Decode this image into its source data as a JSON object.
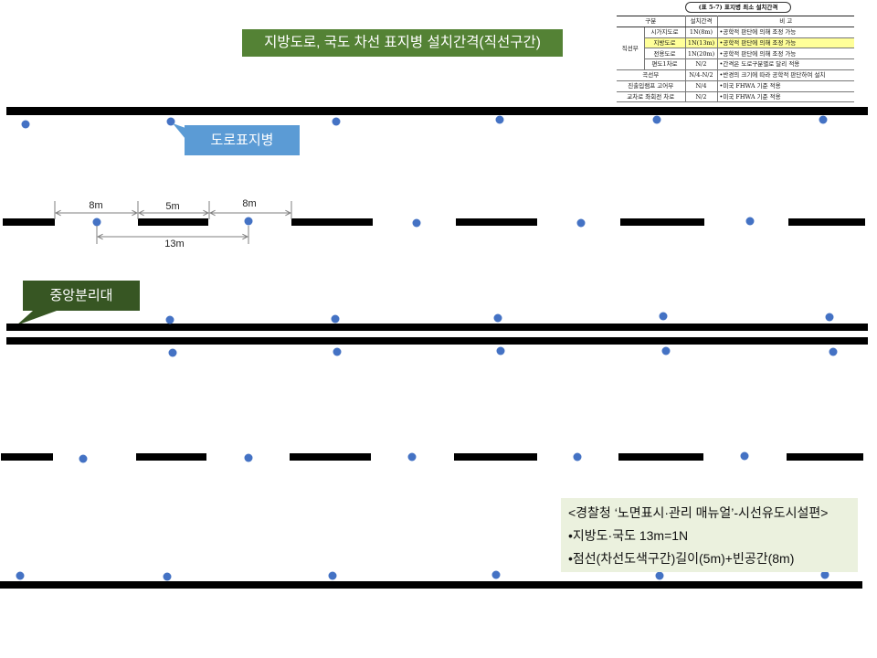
{
  "title": "지방도로, 국도 차선 표지병 설치간격(직선구간)",
  "table": {
    "caption": "(표 5-7) 표지병 최소 설치간격",
    "headers": [
      "구분",
      "설치간격",
      "비 고"
    ],
    "straight_group": "직선부",
    "straight_rows": [
      {
        "type": "시가지도로",
        "interval": "1N(8m)",
        "note": "•공학적 판단에 의해 조정 가능"
      },
      {
        "type": "지방도로",
        "interval": "1N(13m)",
        "note": "•공학적 판단에 의해 조정 가능",
        "highlighted": true
      },
      {
        "type": "전용도로",
        "interval": "1N(20m)",
        "note": "•공학적 판단에 의해 조정 가능"
      },
      {
        "type": "편도1차로",
        "interval": "N/2",
        "note": "•간격은 도로구분별로 달리 적용"
      }
    ],
    "other_rows": [
      {
        "type": "곡선부",
        "interval": "N/4-N/2",
        "note": "•반경의 크기에 따라 공학적 판단하여 설치"
      },
      {
        "type": "진출입램프 고어부",
        "interval": "N/4",
        "note": "•미국 FHWA 기준 적용"
      },
      {
        "type": "교차로 좌회전 차로",
        "interval": "N/2",
        "note": "•미국 FHWA 기준 적용"
      }
    ]
  },
  "callouts": {
    "delineator": "도로표지병",
    "median": "중앙분리대"
  },
  "dimensions": {
    "gap_left": "8m",
    "dash": "5m",
    "gap_right": "8m",
    "dot_spacing": "13m"
  },
  "info": {
    "heading": "<경찰청 ‘노면표시·관리 매뉴얼’-시선유도시설편>",
    "lines": [
      "•지방도·국도 13m=1N",
      "•점선(차선도색구간)길이(5m)+빈공간(8m)"
    ]
  },
  "colors": {
    "title_bg": "#548235",
    "delineator_callout_bg": "#5B9BD5",
    "median_callout_bg": "#375623",
    "delineator_dot": "#4472C4",
    "lane_line": "#000000",
    "info_bg": "#EBF1DE",
    "highlight": "#FFFF99",
    "dimension_line": "#7F7F7F"
  }
}
